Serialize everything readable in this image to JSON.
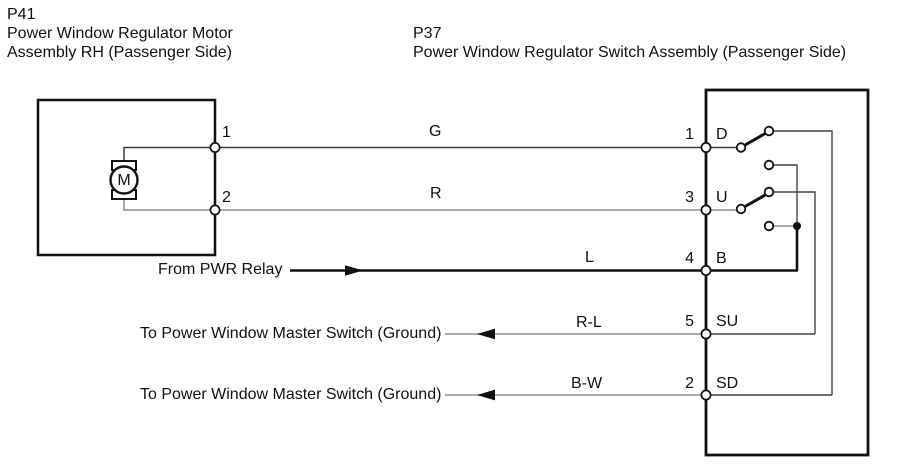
{
  "motor_connector": {
    "code": "P41",
    "name_line1": "Power Window Regulator Motor",
    "name_line2": "Assembly RH (Passenger Side)",
    "motor_symbol": "M",
    "pins": [
      {
        "number": "1"
      },
      {
        "number": "2"
      }
    ]
  },
  "switch_connector": {
    "code": "P37",
    "name": "Power Window Regulator Switch Assembly (Passenger Side)",
    "pins": [
      {
        "number": "1",
        "signal": "D"
      },
      {
        "number": "3",
        "signal": "U"
      },
      {
        "number": "4",
        "signal": "B"
      },
      {
        "number": "5",
        "signal": "SU"
      },
      {
        "number": "2",
        "signal": "SD"
      }
    ]
  },
  "wires": [
    {
      "label": "G"
    },
    {
      "label": "R"
    },
    {
      "label": "L"
    },
    {
      "label": "R-L"
    },
    {
      "label": "B-W"
    }
  ],
  "annotations": {
    "power_source": "From PWR Relay",
    "ground_upper": "To Power Window Master Switch (Ground)",
    "ground_lower": "To Power Window Master Switch (Ground)"
  },
  "colors": {
    "line_black": "#111111",
    "wire_dark_gray": "#3d3d3d",
    "wire_light_gray": "#aaaaaa",
    "route_gray": "#444444"
  }
}
